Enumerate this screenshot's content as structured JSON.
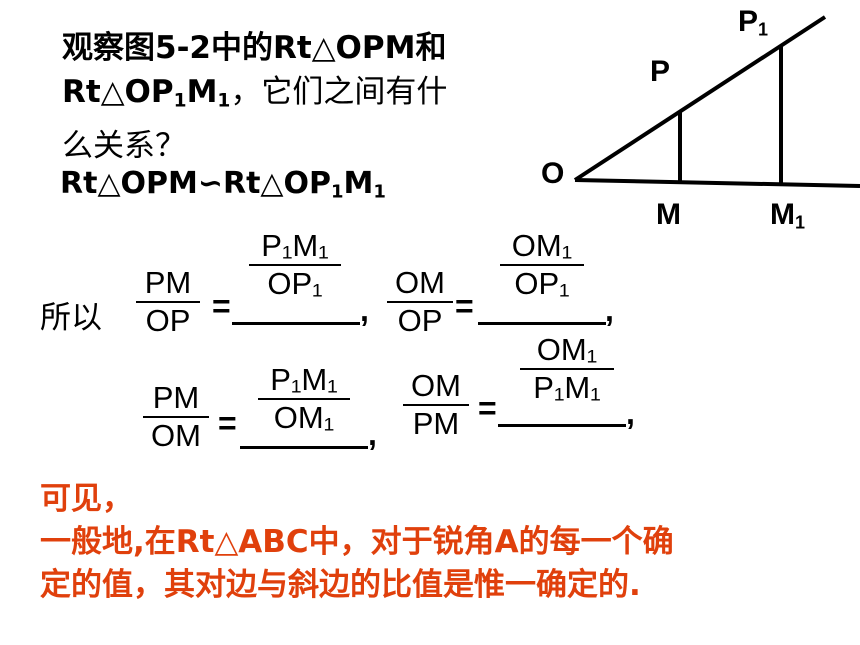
{
  "question": {
    "line1": "观察图5-2中的Rt△OPM和",
    "line2_a": "Rt△OP",
    "line2_sub1": "1",
    "line2_b": "M",
    "line2_sub2": "1",
    "line2_c": "，它们之间有什",
    "line3": "么关系？"
  },
  "similarity": {
    "a": "Rt△OPM∽Rt△OP",
    "s1": "1",
    "b": "M",
    "s2": "1"
  },
  "figure": {
    "label_O": "O",
    "label_P": "P",
    "label_P1": "P",
    "label_P1_sub": "1",
    "label_M": "M",
    "label_M1": "M",
    "label_M1_sub": "1"
  },
  "ratios": {
    "intro": "所以",
    "f1_num": "PM",
    "f1_den": "OP",
    "a1_num": "P₁M₁",
    "a1_den": "OP₁",
    "f2_num": "OM",
    "f2_den": "OP",
    "a2_num": "OM₁",
    "a2_den": "OP₁",
    "f3_num": "PM",
    "f3_den": "OM",
    "a3_num": "P₁M₁",
    "a3_den": "OM₁",
    "f4_num": "OM",
    "f4_den": "PM",
    "a4_num": "OM₁",
    "a4_den": "P₁M₁",
    "eq": "=",
    "comma": ","
  },
  "conclusion": {
    "line1": "可见，",
    "line2": "一般地,在Rt△ABC中，对于锐角A的每一个确",
    "line3": "定的值，其对边与斜边的比值是惟一确定的."
  }
}
